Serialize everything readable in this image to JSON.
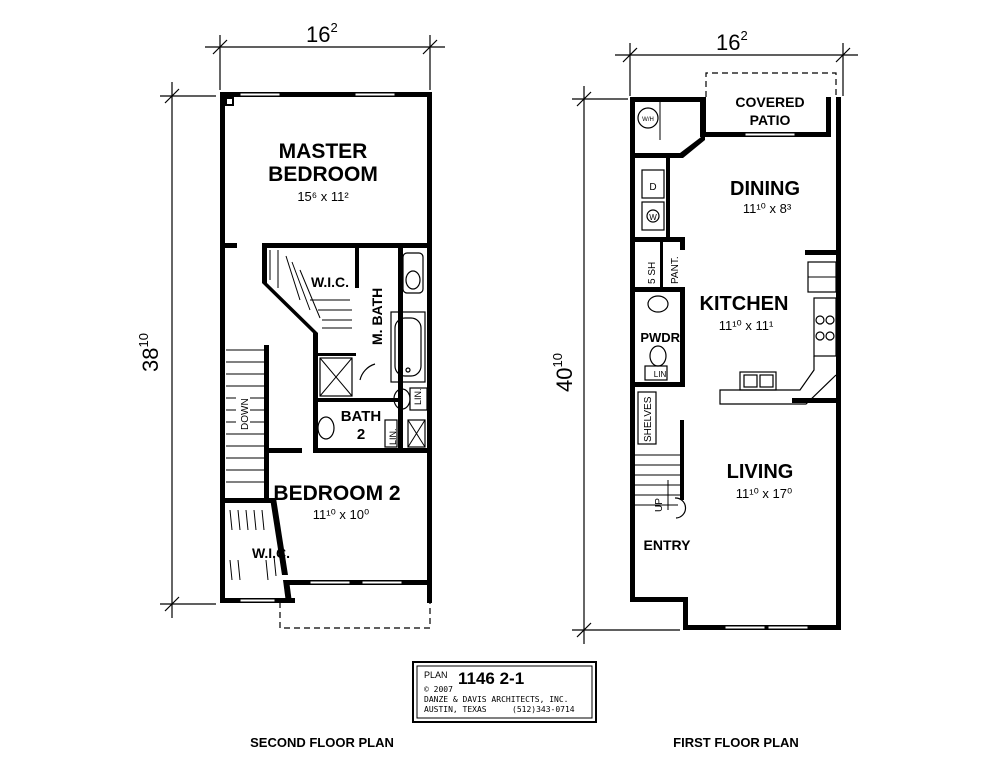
{
  "second_floor": {
    "width_dim": "16",
    "width_dim_sup": "2",
    "depth_dim": "38",
    "depth_dim_sup": "10",
    "rooms": {
      "master_bedroom_line1": "MASTER",
      "master_bedroom_line2": "BEDROOM",
      "master_bedroom_size": "15⁶ x 11²",
      "wic_top": "W.I.C.",
      "m_bath": "M. BATH",
      "bath2_line1": "BATH",
      "bath2_line2": "2",
      "lin1": "LIN.",
      "lin2": "LIN.",
      "down": "DOWN",
      "bedroom2": "BEDROOM 2",
      "bedroom2_size": "11¹⁰ x 10⁰",
      "wic_bottom": "W.I.C."
    },
    "caption": "SECOND FLOOR PLAN"
  },
  "first_floor": {
    "width_dim": "16",
    "width_dim_sup": "2",
    "depth_dim": "40",
    "depth_dim_sup": "10",
    "rooms": {
      "covered_patio_line1": "COVERED",
      "covered_patio_line2": "PATIO",
      "wh": "W/H",
      "dining": "DINING",
      "dining_size": "11¹⁰ x 8³",
      "dryer": "D",
      "washer": "W",
      "five_sh": "5 SH",
      "pant": "PANT.",
      "kitchen": "KITCHEN",
      "kitchen_size": "11¹⁰ x 11¹",
      "pwdr": "PWDR.",
      "lin": "LIN",
      "shelves": "SHELVES",
      "up": "UP",
      "living": "LIVING",
      "living_size": "11¹⁰ x 17⁰",
      "entry": "ENTRY"
    },
    "caption": "FIRST FLOOR PLAN"
  },
  "title_block": {
    "plan_word": "PLAN",
    "plan_number": "1146 2-1",
    "copyright": "© 2007",
    "firm": "DANZE & DAVIS ARCHITECTS, INC.",
    "city": "AUSTIN, TEXAS",
    "phone": "(512)343-0714"
  },
  "colors": {
    "ink": "#000000",
    "paper": "#ffffff"
  }
}
